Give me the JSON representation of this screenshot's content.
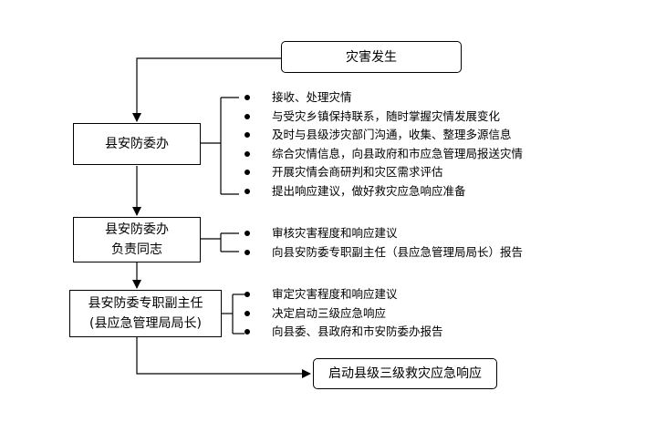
{
  "start_label": "灾害发生",
  "node1": {
    "label": "县安防委办"
  },
  "node2": {
    "line1": "县安防委办",
    "line2": "负责同志"
  },
  "node3": {
    "line1": "县安防委专职副主任",
    "line2": "(县应急管理局局长)"
  },
  "end_label": "启动县级三级救灾应急响应",
  "group1": [
    "接收、处理灾情",
    "与受灾乡镇保持联系，随时掌握灾情发展变化",
    "及时与县级涉灾部门沟通，收集、整理多源信息",
    "综合灾情信息，向县政府和市应急管理局报送灾情",
    "开展灾情会商研判和灾区需求评估",
    "提出响应建议，做好救灾应急响应准备"
  ],
  "group2": [
    "审核灾害程度和响应建议",
    "向县安防委专职副主任（县应急管理局局长）报告"
  ],
  "group3": [
    "审定灾害程度和响应建议",
    "决定启动三级应急响应",
    "向县委、县政府和市安防委办报告"
  ]
}
